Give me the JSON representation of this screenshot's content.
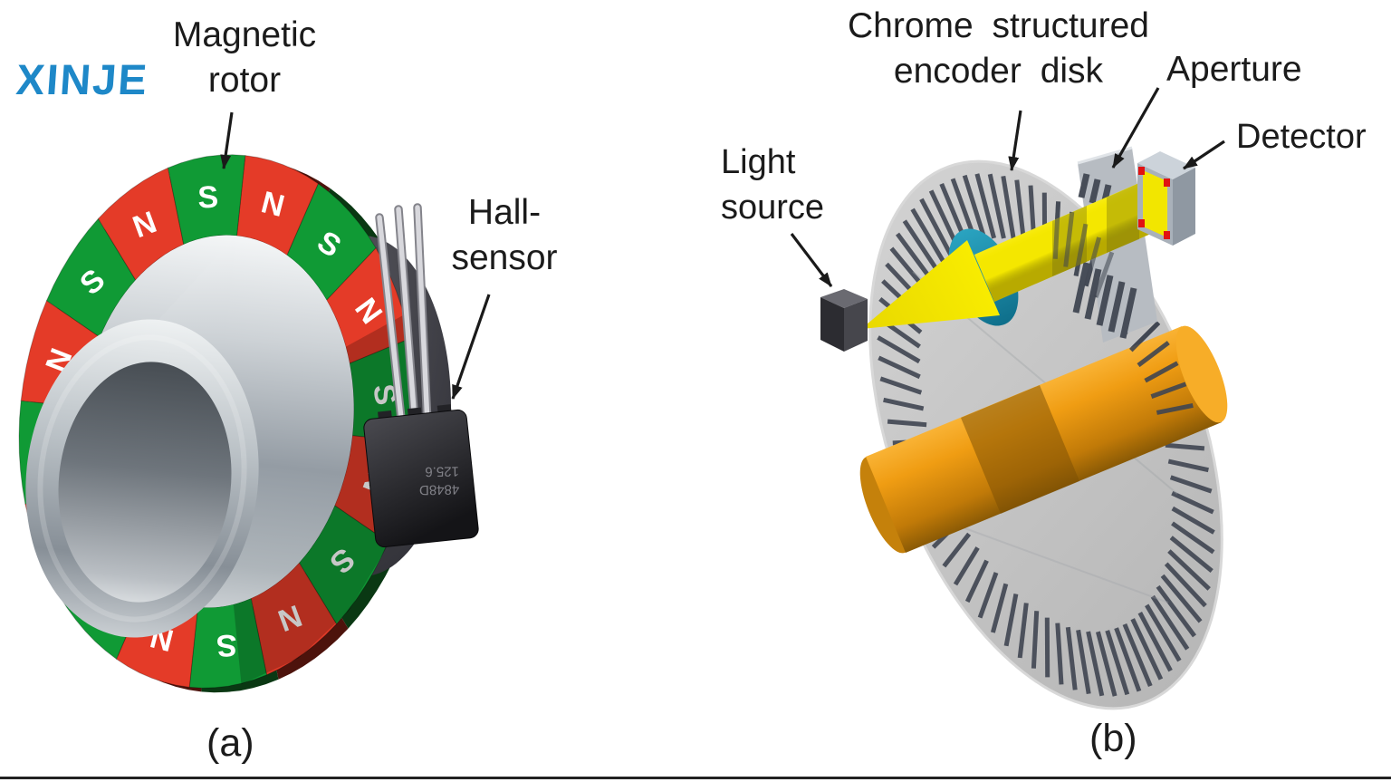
{
  "brand": {
    "name": "XINJE",
    "color": "#1e88c8"
  },
  "panel_a": {
    "caption": "(a)",
    "magnetic_rotor_label": {
      "line1": "Magnetic",
      "line2": "rotor"
    },
    "hall_sensor_label": {
      "line1": "Hall-",
      "line2": "sensor"
    },
    "rotor": {
      "segment_count": 16,
      "pole_sequence": [
        "N",
        "S",
        "N",
        "S",
        "N",
        "S",
        "N",
        "S",
        "N",
        "S",
        "N",
        "S",
        "N",
        "S",
        "N",
        "S"
      ],
      "north_color": "#e43b28",
      "south_color": "#109a35",
      "north_dark": "#4d130c",
      "south_dark": "#0a3813",
      "letter_color": "#ffffff"
    },
    "sensor_marking": {
      "line1": "4848D",
      "line2": "125.6"
    }
  },
  "panel_b": {
    "caption": "(b)",
    "light_source_label": {
      "line1": "Light",
      "line2": "source"
    },
    "encoder_disk_label": {
      "line1": "Chrome structured",
      "line2": "encoder disk"
    },
    "aperture_label": "Aperture",
    "detector_label": "Detector",
    "disk": {
      "tick_count": 76,
      "color": "#c8c8c8",
      "tick_color": "#3f4551"
    },
    "beam_color": "#f4e700",
    "lens_color": "#1789a8",
    "shaft_color": "#ef9d13",
    "detector_dot_color": "#e11212"
  }
}
